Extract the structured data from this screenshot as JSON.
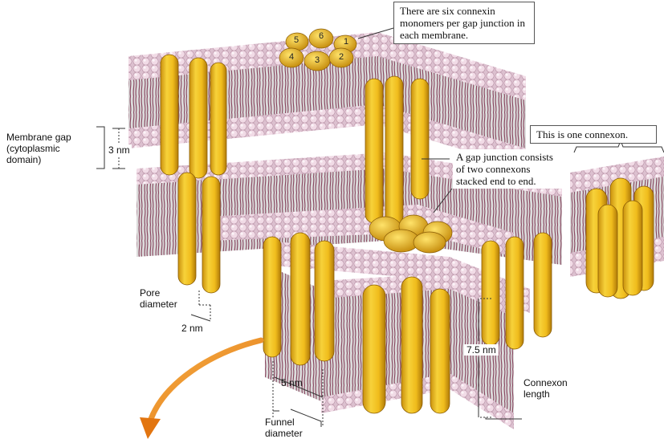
{
  "callouts": {
    "six_monomers": "There are six connexin monomers per gap junction in each membrane.",
    "one_connexon": "This is one connexon.",
    "gap_junction": "A gap junction consists of two connexons stacked end to end."
  },
  "labels": {
    "membrane_gap": "Membrane gap (cytoplasmic domain)",
    "gap_width": "3 nm",
    "pore_diameter": "Pore diameter",
    "pore_width": "2 nm",
    "funnel_width": "5 nm",
    "funnel_diameter": "Funnel diameter",
    "connexon_height": "7.5 nm",
    "connexon_length": "Connexon length"
  },
  "monomer_numbers": [
    "1",
    "2",
    "3",
    "4",
    "5",
    "6"
  ],
  "colors": {
    "lipid_head": "#e8c6d8",
    "lipid_tail": "#8a4a62",
    "connexin": "#f0c020",
    "connexin_dark": "#c08a10",
    "arrow": "#f0901c"
  }
}
